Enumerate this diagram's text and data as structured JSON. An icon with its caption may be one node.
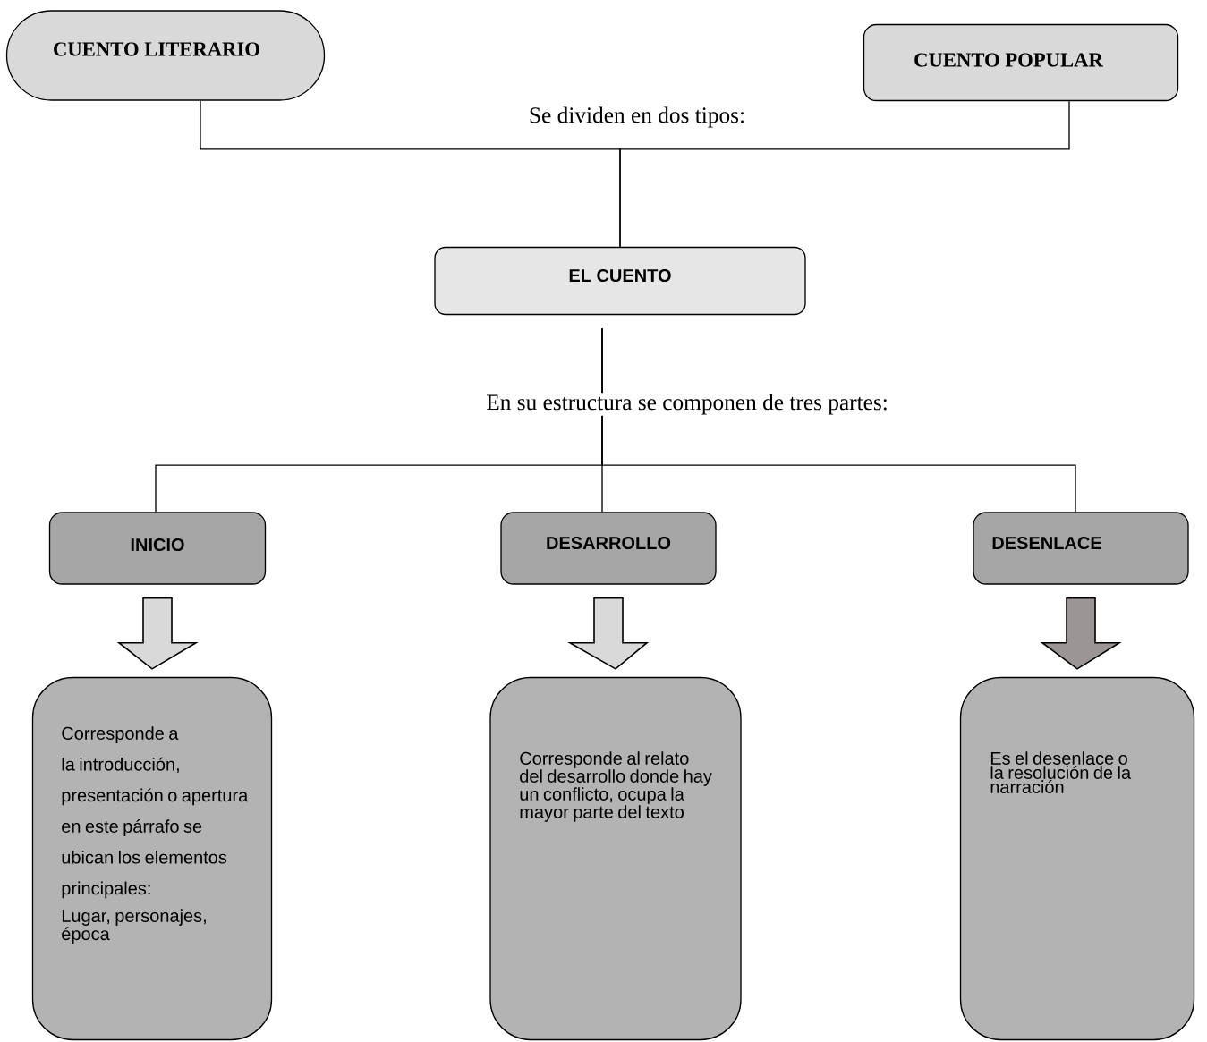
{
  "diagram": {
    "nodes": [
      {
        "text": [
          "CUENTO LITERARIO"
        ]
      },
      {
        "text": [
          "CUENTO POPULAR"
        ]
      },
      {
        "text": [
          "EL CUENTO"
        ]
      },
      {
        "text": [
          "INICIO"
        ]
      },
      {
        "text": [
          "DESARROLLO"
        ]
      },
      {
        "text": [
          "DESENLACE"
        ]
      },
      {
        "text": [
          "Corresponde a la introducción, presentación o apertura en este párrafo se ubican los elementos principales:",
          "Lugar, personajes, época"
        ]
      },
      {
        "text": [
          "Corresponde al relato del desarrollo donde hay un conflicto, ocupa la mayor parte del texto"
        ]
      },
      {
        "text": [
          "Es el desenlace o la resolución de la narración"
        ]
      }
    ],
    "edges": [
      {
        "from": 2,
        "to": 0,
        "arrow": "none"
      },
      {
        "from": 2,
        "to": 1,
        "arrow": "none"
      },
      {
        "from": 2,
        "to": 3,
        "arrow": "none"
      },
      {
        "from": 2,
        "to": 4,
        "arrow": "none"
      },
      {
        "from": 2,
        "to": 5,
        "arrow": "none"
      },
      {
        "from": 3,
        "to": 6,
        "arrow": "to",
        "style": "thick"
      },
      {
        "from": 4,
        "to": 7,
        "arrow": "to",
        "style": "thick"
      },
      {
        "from": 5,
        "to": 8,
        "arrow": "to",
        "style": "thick",
        "color": "#9c9595"
      }
    ],
    "labels": [
      "Se dividen en dos tipos:",
      "En su estructura se componen de tres partes:"
    ]
  }
}
